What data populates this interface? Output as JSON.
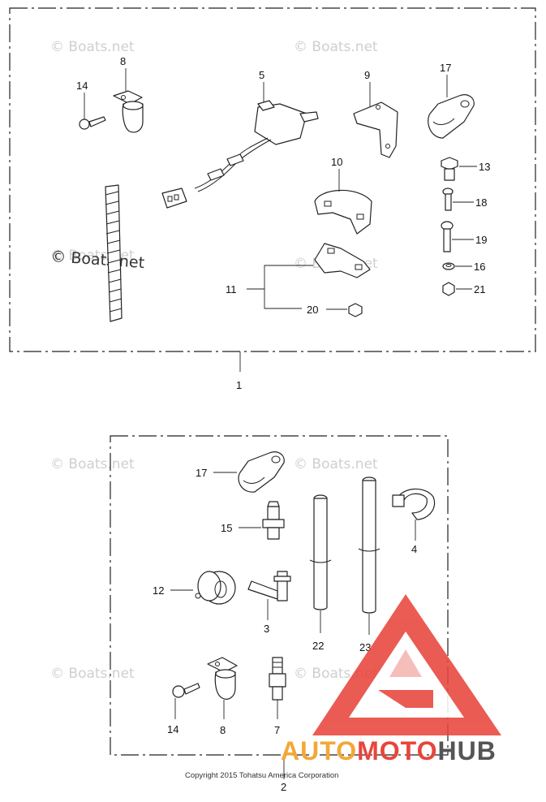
{
  "watermark": {
    "text": "© Boats.net",
    "dark_text": "© Boats.net"
  },
  "callouts": {
    "c1": "1",
    "c2": "2",
    "g1_8": "8",
    "g1_14": "14",
    "g1_5": "5",
    "g1_9": "9",
    "g1_17": "17",
    "g1_10": "10",
    "g1_13": "13",
    "g1_18": "18",
    "g1_19": "19",
    "g1_16": "16",
    "g1_21": "21",
    "g1_11": "11",
    "g1_20": "20",
    "g2_17": "17",
    "g2_15": "15",
    "g2_4": "4",
    "g2_12": "12",
    "g2_3": "3",
    "g2_22": "22",
    "g2_23": "23",
    "g2_14": "14",
    "g2_8": "8",
    "g2_7": "7"
  },
  "copyright": "Copyright 2015 Tohatsu America Corporation",
  "logo": {
    "part_a": "AUTO",
    "part_b": "MOTO",
    "part_c": "HUB",
    "color_a": "#f2a838",
    "color_b": "#e8453c",
    "color_c": "#555555"
  }
}
